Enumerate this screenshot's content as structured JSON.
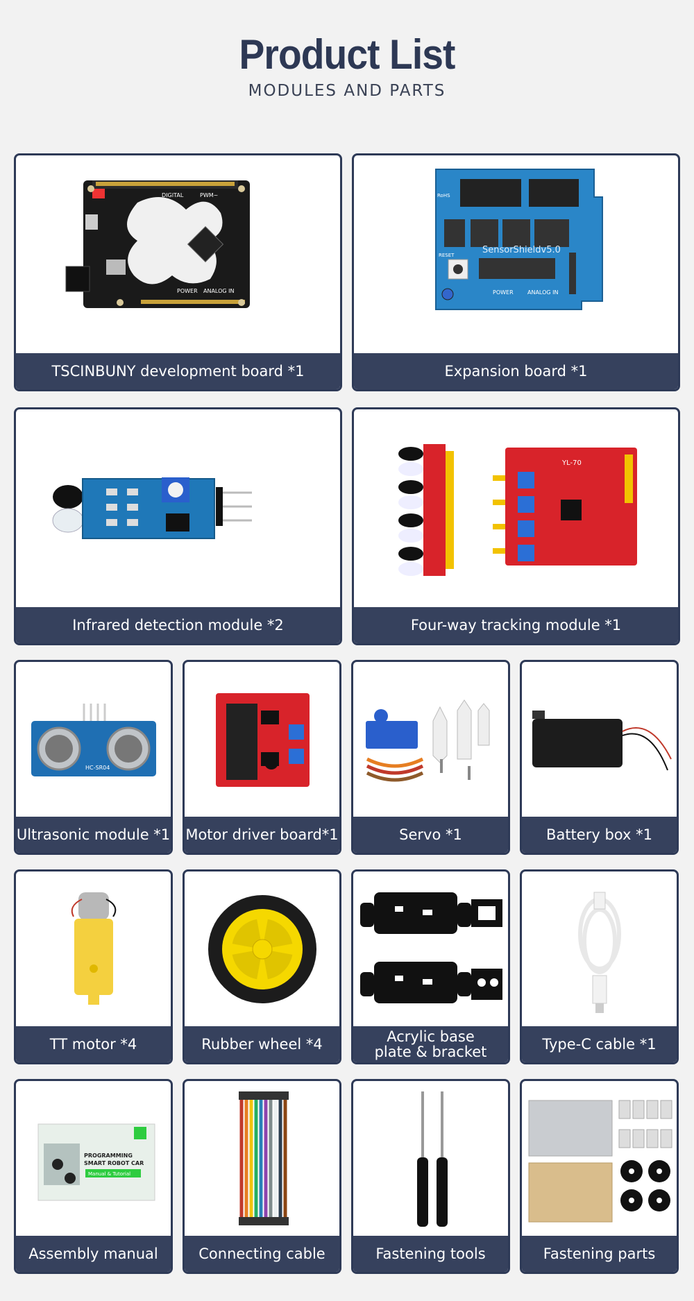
{
  "header": {
    "title": "Product List",
    "subtitle": "MODULES AND PARTS"
  },
  "items": [
    {
      "label": "TSCINBUNY development board *1",
      "icon": "dev-board-image"
    },
    {
      "label": "Expansion board *1",
      "icon": "expansion-board-image"
    },
    {
      "label": "Infrared detection module *2",
      "icon": "infrared-module-image"
    },
    {
      "label": "Four-way tracking module *1",
      "icon": "tracking-module-image"
    },
    {
      "label": "Ultrasonic module *1",
      "icon": "ultrasonic-module-image"
    },
    {
      "label": "Motor driver board*1",
      "icon": "motor-driver-image"
    },
    {
      "label": "Servo *1",
      "icon": "servo-image"
    },
    {
      "label": "Battery box *1",
      "icon": "battery-box-image"
    },
    {
      "label": "TT motor *4",
      "icon": "tt-motor-image"
    },
    {
      "label": "Rubber wheel *4",
      "icon": "rubber-wheel-image"
    },
    {
      "label": "Acrylic base\nplate & bracket",
      "icon": "acrylic-plate-image"
    },
    {
      "label": "Type-C cable *1",
      "icon": "usb-cable-image"
    },
    {
      "label": "Assembly manual",
      "icon": "manual-image"
    },
    {
      "label": "Connecting cable",
      "icon": "jumper-wires-image"
    },
    {
      "label": "Fastening tools",
      "icon": "screwdriver-image"
    },
    {
      "label": "Fastening parts",
      "icon": "screws-image"
    }
  ],
  "images_text": {
    "board_digital": "DIGITAL",
    "board_pwm": "PWM~",
    "board_power": "POWER",
    "board_analog": "ANALOG IN",
    "shield_name": "SensorShieldv5.0",
    "shield_rohs": "RoHS",
    "shield_reset": "RESET",
    "shield_power": "POWER",
    "shield_analog": "ANALOG IN",
    "tracker_name": "YL-70",
    "ultrasonic_name": "HC-SR04",
    "manual_line1": "PROGRAMMING",
    "manual_line2": "SMART ROBOT CAR",
    "manual_line3": "Manual & Tutorial"
  },
  "colors": {
    "title": "#2d3854",
    "label_bg": "#36415d",
    "border": "#2e3a57"
  }
}
